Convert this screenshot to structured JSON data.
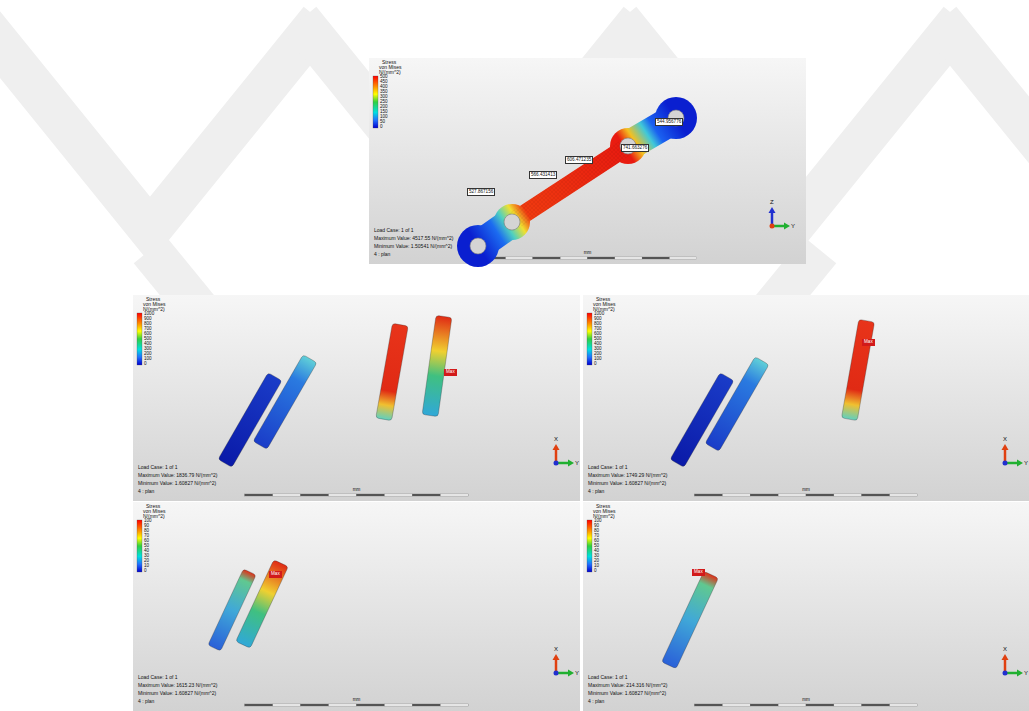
{
  "diagram": {
    "labels": [
      "Stress",
      "von Mises",
      "N/(mm^2)",
      "500",
      "450",
      "400",
      "350",
      "300",
      "250",
      "200",
      "150",
      "100",
      "50",
      "0",
      "Load Case:  1 of 1",
      "Maximum Value: 4517.55 N/(mm^2)",
      "Minimum Value: 1.50541 N/(mm^2)",
      "4 : plan",
      "544.956776",
      "741.663276",
      "606.471235",
      "566.431413",
      "527.867156",
      "Z",
      "Y",
      "mm",
      "Stress",
      "von Mises",
      "N/(mm^2)",
      "1000",
      "900",
      "800",
      "700",
      "600",
      "500",
      "400",
      "300",
      "200",
      "100",
      "0",
      "Load Case:  1 of 1",
      "Maximum Value: 1836.79 N/(mm^2)",
      "Minimum Value: 1.60827 N/(mm^2)",
      "4 : plan",
      "Max",
      "X",
      "Y",
      "mm",
      "Stress",
      "von Mises",
      "N/(mm^2)",
      "1000",
      "900",
      "800",
      "700",
      "600",
      "500",
      "400",
      "300",
      "200",
      "100",
      "0",
      "Load Case:  1 of 1",
      "Maximum Value: 1749.29 N/(mm^2)",
      "Minimum Value: 1.60827 N/(mm^2)",
      "4 : plan",
      "Max",
      "X",
      "Y",
      "mm",
      "Stress",
      "von Mises",
      "N/(mm^2)",
      "100",
      "90",
      "80",
      "70",
      "60",
      "50",
      "40",
      "30",
      "20",
      "10",
      "0",
      "Load Case:  1 of 1",
      "Maximum Value: 1615.23 N/(mm^2)",
      "Minimum Value: 1.60827 N/(mm^2)",
      "4 : plan",
      "Max",
      "X",
      "Y",
      "mm",
      "Stress",
      "von Mises",
      "N/(mm^2)",
      "100",
      "90",
      "80",
      "70",
      "60",
      "50",
      "40",
      "30",
      "20",
      "10",
      "0",
      "Load Case:  1 of 1",
      "Maximum Value: 214.316 N/(mm^2)",
      "Minimum Value: 1.60827 N/(mm^2)",
      "4 : plan",
      "Max",
      "X",
      "Y",
      "mm"
    ]
  }
}
